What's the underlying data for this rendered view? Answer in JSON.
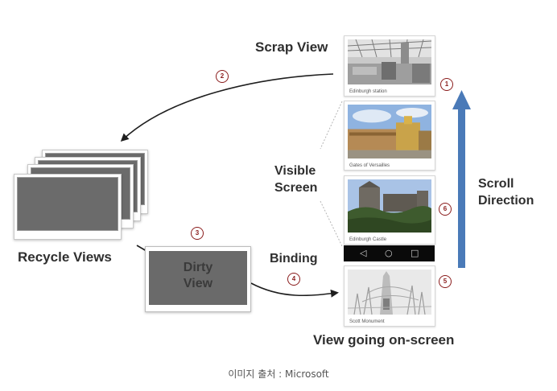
{
  "labels": {
    "scrap_view": "Scrap View",
    "visible_screen_line1": "Visible",
    "visible_screen_line2": "Screen",
    "scroll_direction_line1": "Scroll",
    "scroll_direction_line2": "Direction",
    "recycle_views": "Recycle Views",
    "binding": "Binding",
    "view_going_onscreen": "View going on-screen",
    "dirty_view_line1": "Dirty",
    "dirty_view_line2": "View"
  },
  "cards": {
    "edinburgh_station": "Edinburgh station",
    "gates_of_versailles": "Gates of Versailles",
    "edinburgh_castle": "Edinburgh Castle",
    "scott_monument": "Scott Monument"
  },
  "badges": {
    "b1": "1",
    "b2": "2",
    "b3": "3",
    "b4": "4",
    "b5": "5",
    "b6": "6"
  },
  "navbar": {
    "back_glyph": "◁",
    "home_glyph": "○",
    "recent_glyph": "□"
  },
  "source_caption": "이미지 출처 : Microsoft",
  "colors": {
    "scroll_arrow": "#4a7ab8",
    "badge_ring": "#8a1c1c",
    "view_fill": "#6b6b6b",
    "label_text": "#2f2f2f"
  }
}
